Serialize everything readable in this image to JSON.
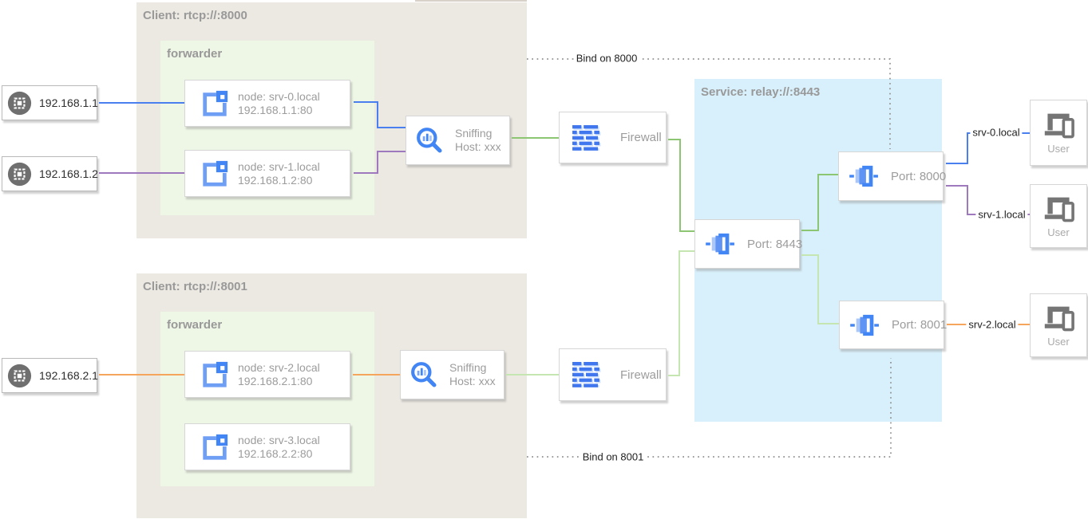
{
  "diagram": {
    "clients": [
      {
        "title": "Client: rtcp://:8000",
        "forwarder": {
          "title": "forwarder",
          "nodes": [
            {
              "name": "node: srv-0.local",
              "address": "192.168.1.1:80"
            },
            {
              "name": "node: srv-1.local",
              "address": "192.168.1.2:80"
            }
          ]
        }
      },
      {
        "title": "Client: rtcp://:8001",
        "forwarder": {
          "title": "forwarder",
          "nodes": [
            {
              "name": "node: srv-2.local",
              "address": "192.168.2.1:80"
            },
            {
              "name": "node: srv-3.local",
              "address": "192.168.2.2:80"
            }
          ]
        }
      }
    ],
    "service": {
      "title": "Service: relay://:8443",
      "ports": [
        {
          "label": "Port: 8000"
        },
        {
          "label": "Port: 8443"
        },
        {
          "label": "Port: 8001"
        }
      ]
    },
    "endpoints": [
      {
        "label": "192.168.1.1"
      },
      {
        "label": "192.168.1.2"
      },
      {
        "label": "192.168.2.1"
      }
    ],
    "sniffing_hosts": [
      {
        "line1": "Sniffing",
        "line2": "Host: xxx"
      },
      {
        "line1": "Sniffing",
        "line2": "Host: xxx"
      }
    ],
    "firewalls": [
      {
        "label": "Firewall"
      },
      {
        "label": "Firewall"
      }
    ],
    "users": [
      {
        "label": "User"
      },
      {
        "label": "User"
      },
      {
        "label": "User"
      }
    ],
    "edge_labels": {
      "srv0": "srv-0.local",
      "srv1": "srv-1.local",
      "srv2": "srv-2.local",
      "bind_8000": "Bind on 8000",
      "bind_8001": "Bind on 8001"
    },
    "colors": {
      "edge_blue": "#4a7ff0",
      "edge_purple": "#9e79be",
      "edge_orange": "#f6a55c",
      "edge_green_dark": "#8cc673",
      "edge_green_light": "#c5e5b1",
      "edge_dotted_gray": "#8f8f8f",
      "client_container_bg": "#ece8e2",
      "forwarder_container_bg": "#eef6e6",
      "service_container_bg": "#d8f0fb",
      "icon_blue": "#4285f4",
      "icon_gray": "#6f6f6f"
    }
  }
}
